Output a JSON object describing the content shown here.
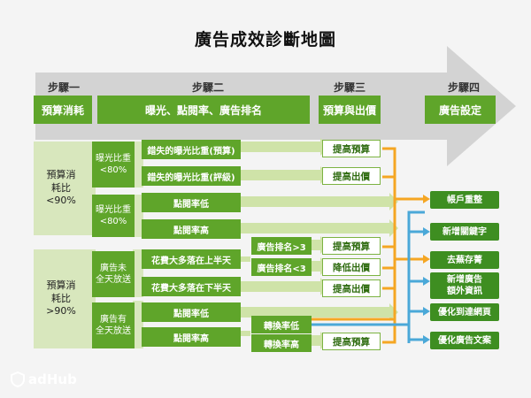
{
  "title": "廣告成效診斷地圖",
  "steps": {
    "s1": {
      "label": "步驟一",
      "box": "預算消耗"
    },
    "s2": {
      "label": "步驟二",
      "box": "曝光、點閱率、廣告排名"
    },
    "s3": {
      "label": "步驟三",
      "box": "預算與出價"
    },
    "s4": {
      "label": "步驟四",
      "box": "廣告設定"
    }
  },
  "groups": {
    "budget_low": "預算消\n耗比\n<90%",
    "budget_high": "預算消\n耗比\n>90%"
  },
  "branches": {
    "imp_low_a": "曝光比重\n<80%",
    "imp_low_b": "曝光比重\n<80%",
    "ads_not_full": "廣告未\n全天放送",
    "ads_full": "廣告有\n全天放送"
  },
  "conditions": {
    "lost_budget": "錯失的曝光比重(預算)",
    "lost_rank": "錯失的曝光比重(評級)",
    "ctr_low_1": "點閱率低",
    "ctr_high_1": "點閱率高",
    "spend_first_half": "花費大多落在上半天",
    "spend_second_half": "花費大多落在下半天",
    "ctr_low_2": "點閱率低",
    "ctr_high_2": "點閱率高"
  },
  "sub_conditions": {
    "rank_gt3": "廣告排名>3",
    "rank_lt3": "廣告排名<3",
    "conv_low": "轉換率低",
    "conv_high": "轉換率高"
  },
  "actions": {
    "a1": "提高預算",
    "a2": "提高出價",
    "a3": "提高預算",
    "a4": "降低出價",
    "a5": "提高出價",
    "a6": "提高預算"
  },
  "results": {
    "r1": "帳戶重整",
    "r2": "新增關鍵字",
    "r3": "去蕪存菁",
    "r4": "新增廣告\n額外資訊",
    "r5": "優化到達網頁",
    "r6": "優化廣告文案"
  },
  "logo_text": "adHub",
  "colors": {
    "step_green": "#5fa52a",
    "light_green": "#d8e7bd",
    "orange_line": "#f5a623",
    "blue_line": "#4aa8d8",
    "arrow_gray": "#d0d0d0"
  }
}
